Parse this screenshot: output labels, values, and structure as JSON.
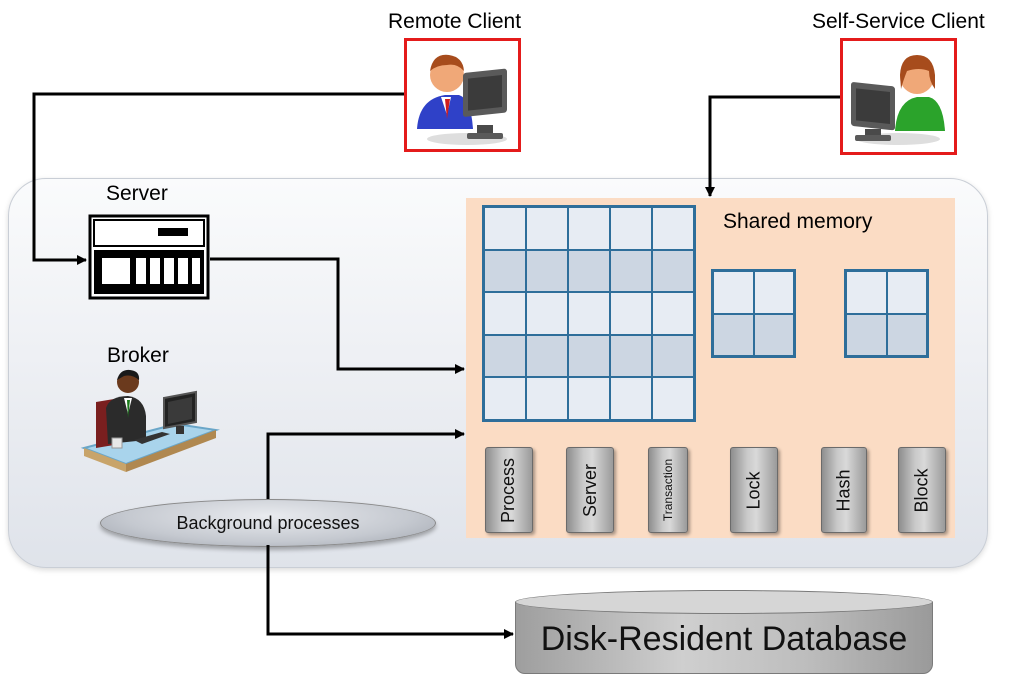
{
  "labels": {
    "remote_client": "Remote Client",
    "self_service_client": "Self-Service Client",
    "server": "Server",
    "broker": "Broker",
    "shared_memory": "Shared memory",
    "background_processes": "Background processes",
    "database": "Disk-Resident Database"
  },
  "memory_blocks": [
    "Process",
    "Server",
    "Transaction",
    "Lock",
    "Hash",
    "Block"
  ],
  "icons": {
    "remote_client": "person-at-computer-icon",
    "self_service_client": "person-at-computer-icon",
    "server": "server-rack-icon",
    "broker": "businessman-at-desk-icon",
    "database": "database-cylinder-icon"
  },
  "colors": {
    "client_frame": "#e41b1b",
    "shared_memory_bg": "#fbdcc4",
    "grid_line": "#2e6e9a",
    "arrow": "#000000"
  }
}
